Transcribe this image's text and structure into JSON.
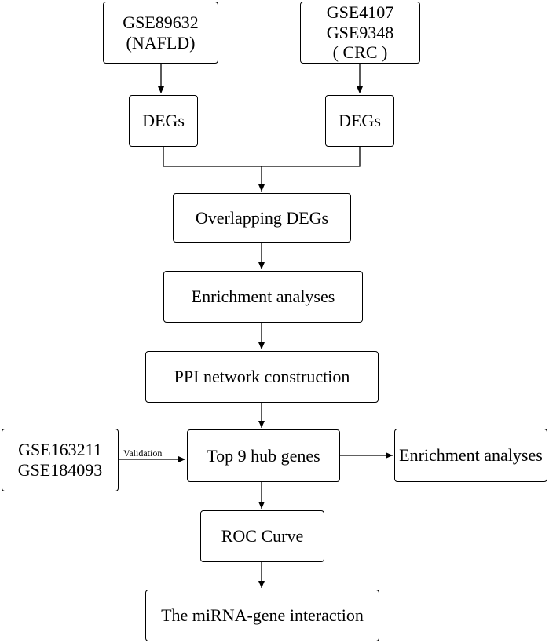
{
  "nodes": {
    "nafld_dataset": [
      "GSE89632",
      "(NAFLD)"
    ],
    "crc_dataset": [
      "GSE4107",
      "GSE9348",
      "( CRC )"
    ],
    "degs_nafld": "DEGs",
    "degs_crc": "DEGs",
    "overlapping_degs": "Overlapping DEGs",
    "enrichment_analyses_main": "Enrichment analyses",
    "ppi_network": "PPI network construction",
    "validation_datasets": [
      "GSE163211",
      "GSE184093"
    ],
    "hub_genes": "Top 9 hub genes",
    "enrichment_analyses_hub": "Enrichment analyses",
    "roc_curve": "ROC Curve",
    "mirna_interaction": "The miRNA-gene interaction"
  },
  "edges": {
    "validation_label": "Validation"
  }
}
